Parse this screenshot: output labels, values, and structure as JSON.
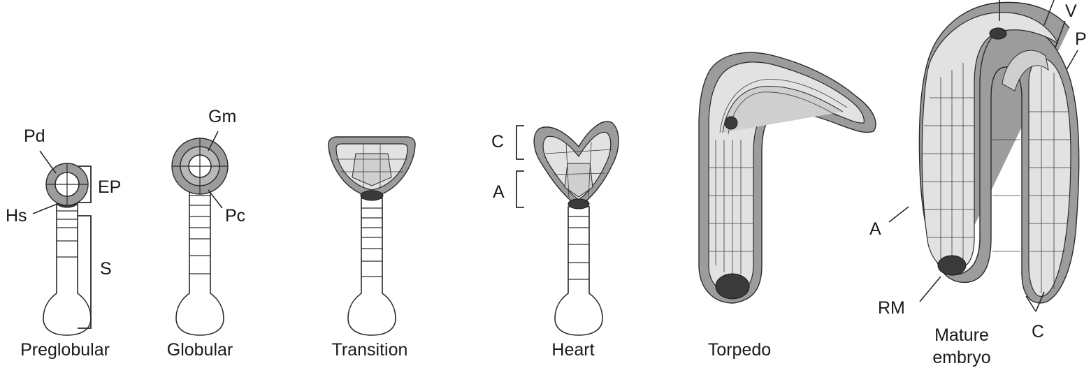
{
  "stages": [
    {
      "name": "Preglobular"
    },
    {
      "name": "Globular"
    },
    {
      "name": "Transition"
    },
    {
      "name": "Heart"
    },
    {
      "name": "Torpedo"
    },
    {
      "name": "Mature embryo",
      "lines": [
        "Mature",
        "embryo"
      ]
    }
  ],
  "labels": {
    "pd": "Pd",
    "ep": "EP",
    "hs": "Hs",
    "s": "S",
    "gm": "Gm",
    "pc": "Pc",
    "c_heart": "C",
    "a_heart": "A",
    "v": "V",
    "p": "P",
    "a_mature": "A",
    "rm": "RM",
    "c_mature": "C"
  }
}
